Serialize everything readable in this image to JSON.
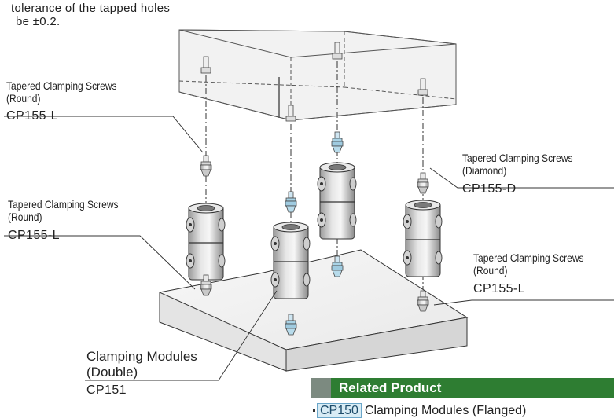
{
  "note": {
    "line1": "tolerance of the tapped holes",
    "line2": "be ±0.2."
  },
  "labels": [
    {
      "id": "screw-round-top",
      "name": "Tapered Clamping Screws",
      "sub": "(Round)",
      "code": "CP155-L"
    },
    {
      "id": "screw-round-mid",
      "name": "Tapered Clamping Screws",
      "sub": "(Round)",
      "code": "CP155-L"
    },
    {
      "id": "screw-diamond",
      "name": "Tapered Clamping Screws",
      "sub": "(Diamond)",
      "code": "CP155-D"
    },
    {
      "id": "screw-round-right",
      "name": "Tapered Clamping Screws",
      "sub": "(Round)",
      "code": "CP155-L"
    }
  ],
  "module_label": {
    "name": "Clamping Modules",
    "sub": "(Double)",
    "code": "CP151"
  },
  "related": {
    "title": "Related Product",
    "item_code": "CP150",
    "item_text": "Clamping Modules (Flanged)"
  },
  "colors": {
    "related_green": "#2e7d32",
    "related_stripe": "#7c8a80",
    "screw_tip_blue": "#a9d3e6",
    "badge_bg": "#d8ecf5"
  }
}
